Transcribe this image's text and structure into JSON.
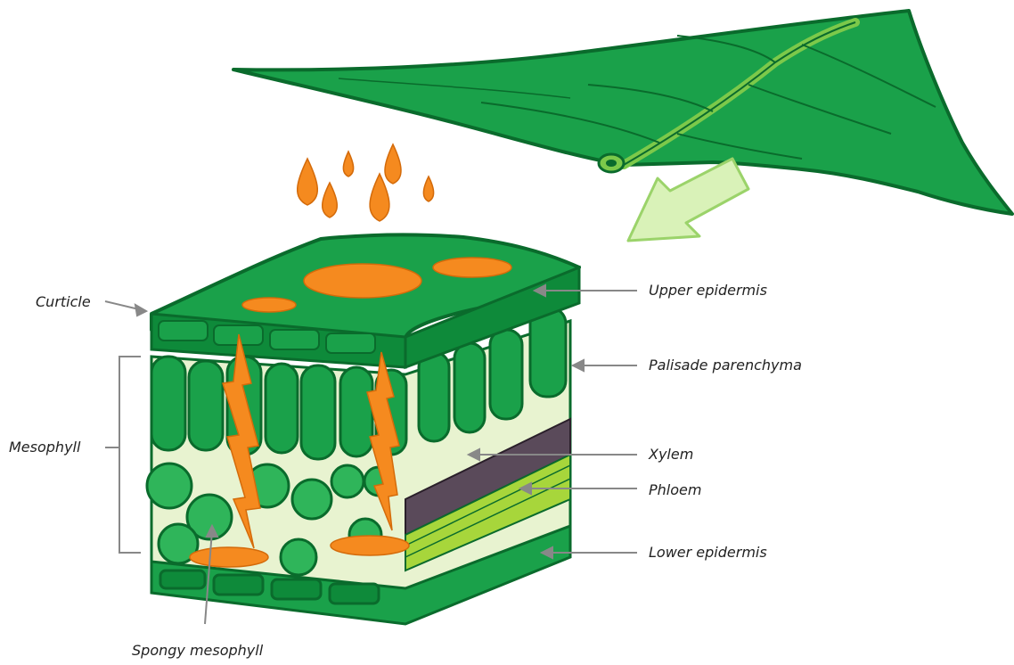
{
  "labels": {
    "curticle": "Curticle",
    "upper_epidermis": "Upper epidermis",
    "palisade": "Palisade parenchyma",
    "mesophyll": "Mesophyll",
    "xylem": "Xylem",
    "phloem": "Phloem",
    "lower_epidermis": "Lower epidermis",
    "spongy": "Spongy mesophyll"
  },
  "colors": {
    "leaf_dark": "#0a6b2c",
    "leaf_mid": "#1aa14a",
    "leaf_light": "#3cbf63",
    "vein": "#7cc94a",
    "arrow_fill": "#d9f2b8",
    "orange": "#f58a1f",
    "xylem": "#5a4a5a",
    "phloem": "#a7d63b",
    "pale": "#e8f3d0",
    "pointer": "#888888"
  }
}
